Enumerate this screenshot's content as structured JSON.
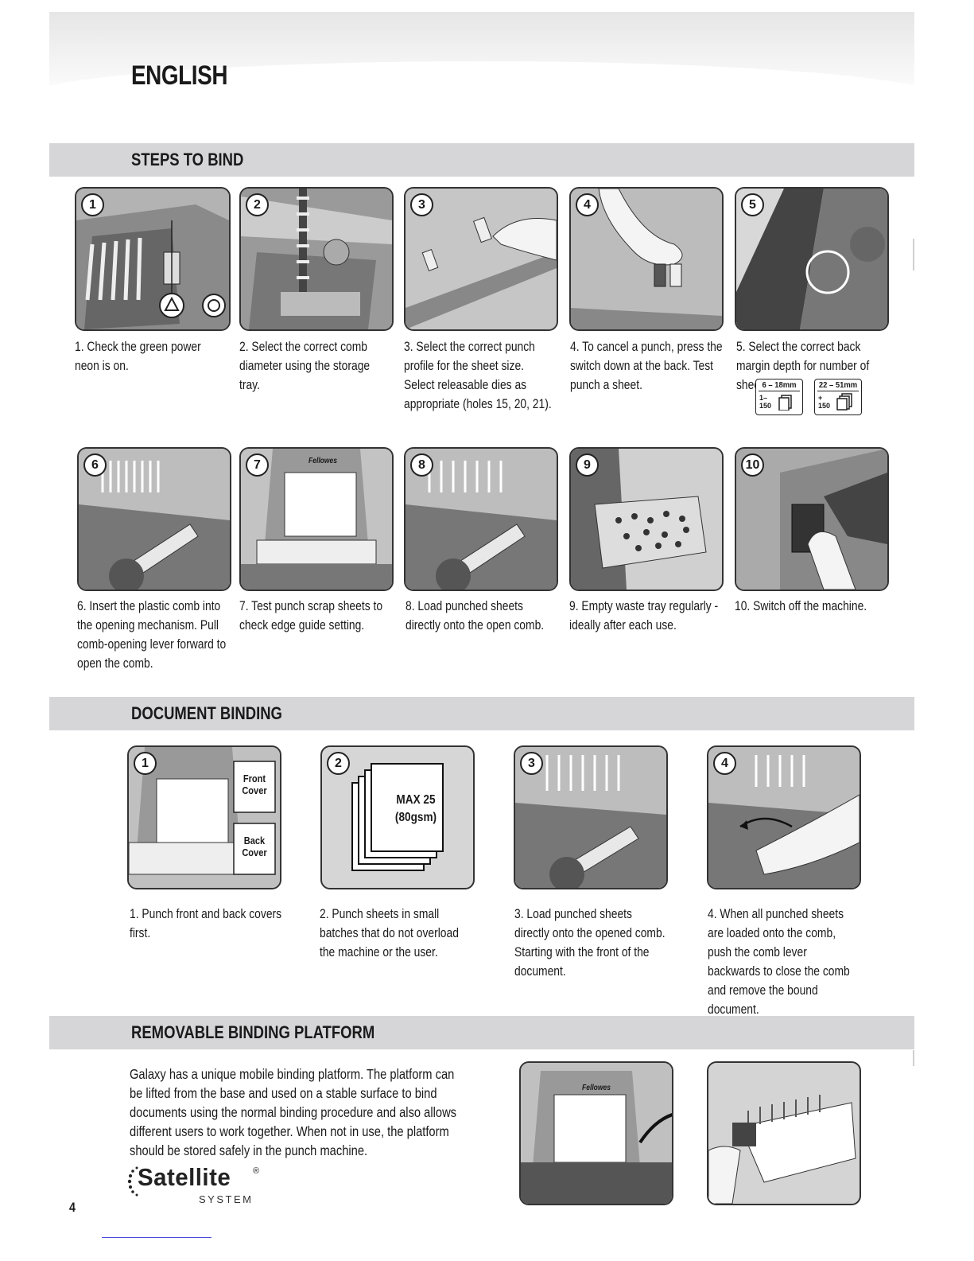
{
  "header": {
    "language": "ENGLISH"
  },
  "sections": {
    "steps_to_bind": "STEPS TO BIND",
    "document_binding": "DOCUMENT BINDING",
    "removable_platform": "REMOVABLE BINDING PLATFORM"
  },
  "steps_to_bind": [
    {
      "number": "1",
      "caption": "1. Check the green power neon is on."
    },
    {
      "number": "2",
      "caption": "2. Select the correct comb diameter using the storage tray."
    },
    {
      "number": "3",
      "caption": "3. Select the correct punch profile for the sheet size. Select releasable dies as appropriate (holes 15, 20, 21)."
    },
    {
      "number": "4",
      "caption": "4. To cancel a punch, press the switch down at the back. Test punch a sheet."
    },
    {
      "number": "5",
      "caption": "5. Select the correct back margin depth for number of sheets."
    },
    {
      "number": "6",
      "caption": "6. Insert the plastic comb into the opening mechanism. Pull comb-opening lever forward to open the comb."
    },
    {
      "number": "7",
      "caption": "7. Test punch scrap sheets to check edge guide setting."
    },
    {
      "number": "8",
      "caption": "8. Load punched sheets directly onto the open comb."
    },
    {
      "number": "9",
      "caption": "9. Empty waste tray regularly - ideally after each use."
    },
    {
      "number": "10",
      "caption": "10. Switch  off the machine."
    }
  ],
  "margin_settings": [
    {
      "range": "6 – 18mm",
      "sheets_top": "1–",
      "sheets_bottom": "150"
    },
    {
      "range": "22 – 51mm",
      "sheets_top": "+",
      "sheets_bottom": "150"
    }
  ],
  "document_binding": [
    {
      "number": "1",
      "caption": "1. Punch front and back covers first.",
      "front_label": "Front Cover",
      "back_label": "Back Cover"
    },
    {
      "number": "2",
      "caption": "2. Punch sheets in small batches that do not overload the machine or the user.",
      "max_label": "MAX 25",
      "paper_label": "(80gsm)"
    },
    {
      "number": "3",
      "caption": "3. Load punched sheets directly onto the opened comb. Starting with the front of the document."
    },
    {
      "number": "4",
      "caption": "4. When all punched sheets are loaded onto the comb, push the comb lever backwards to close the comb and remove the bound document."
    }
  ],
  "platform": {
    "text": "Galaxy has a unique mobile binding platform. The platform can be lifted from the base and used on a stable surface to bind documents using the normal binding procedure and also allows different users to work together. When not in use, the platform should be stored safely in the punch machine.",
    "logo_word": "Satellite",
    "logo_reg": "®",
    "logo_sub": "SYSTEM"
  },
  "brand_mark": "Fellowes",
  "page_number": "4"
}
